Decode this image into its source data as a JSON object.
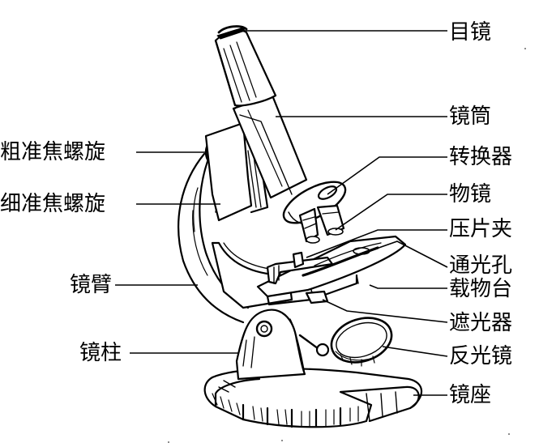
{
  "diagram": {
    "labels": {
      "eyepiece": "目镜",
      "tube": "镜筒",
      "nosepiece": "转换器",
      "objective": "物镜",
      "stage_clip": "压片夹",
      "stage_hole": "通光孔",
      "stage": "载物台",
      "diaphragm": "遮光器",
      "mirror": "反光镜",
      "base": "镜座",
      "coarse_focus": "粗准焦螺旋",
      "fine_focus": "细准焦螺旋",
      "arm": "镜臂",
      "pillar": "镜柱"
    }
  }
}
